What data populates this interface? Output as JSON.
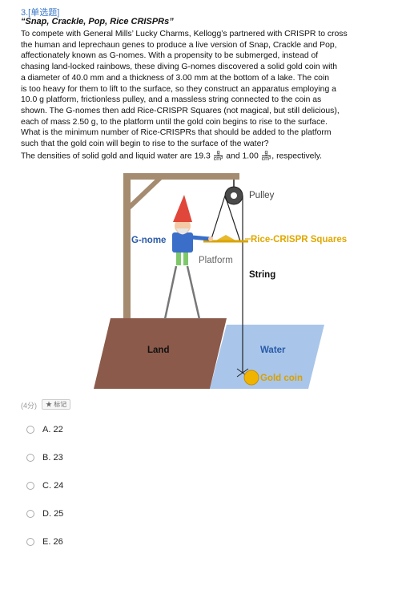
{
  "question": {
    "number_tag": "3.[单选题]",
    "title": "“Snap, Crackle, Pop, Rice CRISPRs”",
    "lines": [
      "To compete with General Mills’ Lucky Charms, Kellogg’s partnered with CRISPR to cross",
      "the human and leprechaun genes to produce a live version of Snap, Crackle and Pop,",
      "affectionately known as G-nomes. With a propensity to be submerged, instead of",
      "chasing land-locked rainbows, these diving G-nomes discovered a solid gold coin with",
      "a diameter of 40.0 mm and a thickness of 3.00 mm at the bottom of a lake. The coin",
      "is too heavy for them to lift to the surface, so they construct an apparatus employing a",
      "10.0 g platform, frictionless pulley, and a massless string connected to the coin as",
      "shown. The G-nomes then add Rice-CRISPR Squares (not magical, but still delicious),",
      "each of mass 2.50 g, to the platform until the gold coin begins to rise to the surface.",
      "What is the minimum number of Rice-CRISPRs that should be added to the platform",
      "such that the gold coin will begin to rise to the surface of the water?"
    ],
    "density_prefix": "The densities of solid gold and liquid water are 19.3",
    "density_unit_num": "g",
    "density_unit_den": "cm³",
    "density_mid": "and 1.00",
    "density_suffix": ", respectively."
  },
  "figure": {
    "pulley_label": "Pulley",
    "gnome_label": "G-nome",
    "squares_label": "Rice-CRISPR Squares",
    "platform_label": "Platform",
    "string_label": "String",
    "land_label": "Land",
    "water_label": "Water",
    "coin_label": "Gold coin"
  },
  "meta": {
    "score": "(4分)",
    "mark": "★ 标记"
  },
  "options": [
    {
      "letter": "A.",
      "value": "22"
    },
    {
      "letter": "B.",
      "value": "23"
    },
    {
      "letter": "C.",
      "value": "24"
    },
    {
      "letter": "D.",
      "value": "25"
    },
    {
      "letter": "E.",
      "value": "26"
    }
  ],
  "colors": {
    "accent": "#3a78c9",
    "land": "#8b5a4a",
    "water": "#a9c6ea",
    "wood": "#a58b6f",
    "gold": "#f0b400",
    "gnome_text": "#2a5aa8",
    "squares_text": "#e0a800"
  }
}
